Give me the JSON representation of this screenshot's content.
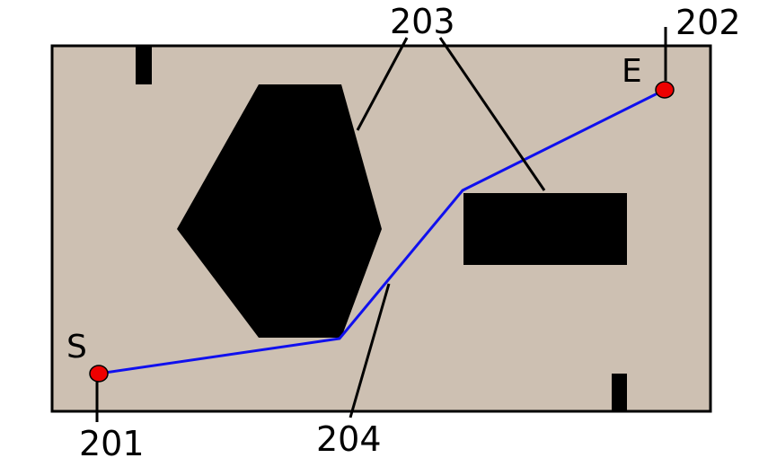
{
  "colors": {
    "background": "#ffffff",
    "workspace_fill": "#cdc0b2",
    "workspace_border": "#000000",
    "obstacle": "#000000",
    "path": "#1010ee",
    "point": "#ee0000"
  },
  "points": {
    "start_label": "S",
    "end_label": "E"
  },
  "reference_numerals": {
    "start": "201",
    "end": "202",
    "obstacles": "203",
    "path": "204"
  }
}
